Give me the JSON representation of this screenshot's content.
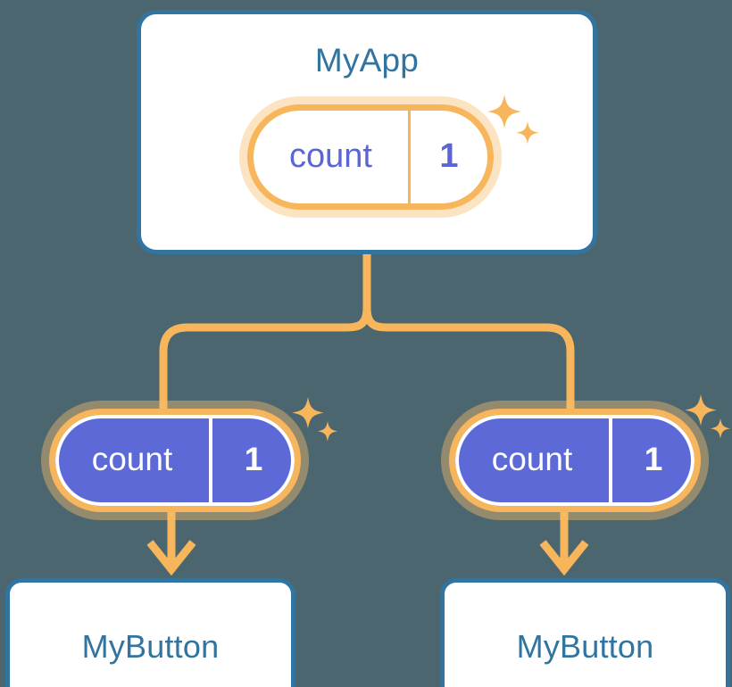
{
  "diagram": {
    "title": "MyApp component tree with shared count state",
    "background_color": "#4c6670"
  },
  "colors": {
    "background": "#4c6670",
    "card_border": "#31749f",
    "card_fill": "#ffffff",
    "card_title_text": "#31749f",
    "pill_ring": "#f8b65c",
    "pill_ring_halo": "#fbdcae",
    "pill_solid_fill": "#5d69d6",
    "pill_light_text": "#5a66d8",
    "pill_solid_text": "#ffffff",
    "connector": "#f8b65c",
    "sparkle": "#f8b65c"
  },
  "root": {
    "card_title": "MyApp",
    "state_pill": {
      "key": "count",
      "value": "1",
      "style": "light"
    },
    "sparkle_icon": "sparkles-icon"
  },
  "children": [
    {
      "id": "left",
      "state_pill": {
        "key": "count",
        "value": "1",
        "style": "solid"
      },
      "sparkle_icon": "sparkles-icon",
      "arrow_icon": "arrow-down-icon",
      "card_title": "MyButton"
    },
    {
      "id": "right",
      "state_pill": {
        "key": "count",
        "value": "1",
        "style": "solid"
      },
      "sparkle_icon": "sparkles-icon",
      "arrow_icon": "arrow-down-icon",
      "card_title": "MyButton"
    }
  ],
  "connectors": {
    "trunk_icon": "tree-branch-connector",
    "description": "orange branching connector from MyApp down to both child state pills"
  }
}
